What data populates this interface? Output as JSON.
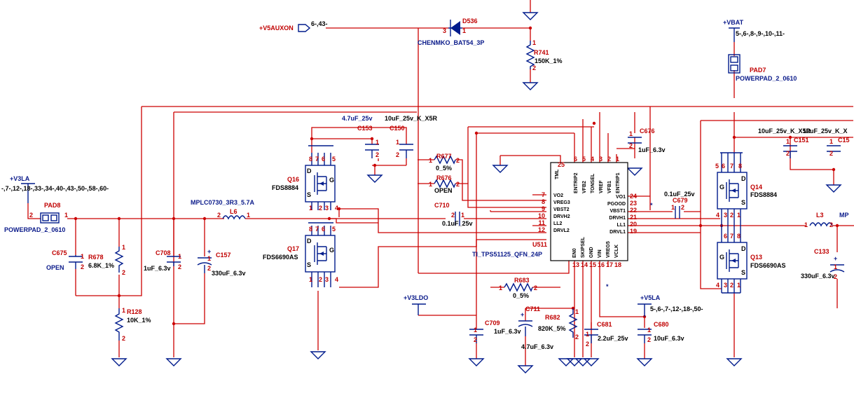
{
  "rails": {
    "v5auxon": "+V5AUXON",
    "v5auxon_ref": "6-,43-",
    "vbat": "+VBAT",
    "vbat_ref": "5-,6-,8-,9-,10-,11-",
    "v3la": "+V3LA",
    "v3la_ref": "-,7-,12-,18-,33-,34-,40-,43-,50-,58-,60-",
    "v3ldo": "+V3LDO",
    "v5la": "+V5LA",
    "v5la_ref": "5-,6-,7-,12-,18-,50-"
  },
  "parts": {
    "d536": {
      "ref": "D536",
      "value": "CHENMKO_BAT54_3P",
      "pin_a": "3",
      "pin_b": "1"
    },
    "r741": {
      "ref": "R741",
      "value": "150K_1%"
    },
    "pad7": {
      "ref": "PAD7",
      "value": "POWERPAD_2_0610"
    },
    "pad8": {
      "ref": "PAD8",
      "value": "POWERPAD_2_0610"
    },
    "c675": {
      "ref": "C675",
      "value": "OPEN"
    },
    "r678": {
      "ref": "R678",
      "value": "6.8K_1%"
    },
    "r128": {
      "ref": "R128",
      "value": "10K_1%"
    },
    "c708": {
      "ref": "C708",
      "value": "1uF_6.3v"
    },
    "c157": {
      "ref": "C157",
      "value": "330uF_6.3v"
    },
    "l6": {
      "ref": "L6",
      "value": "MPLC0730_3R3_5.7A"
    },
    "q16": {
      "ref": "Q16",
      "value": "FDS8884"
    },
    "q17": {
      "ref": "Q17",
      "value": "FDS6690AS"
    },
    "c153": {
      "ref": "C153",
      "value": "4.7uF_25v"
    },
    "c150": {
      "ref": "C150",
      "value": "10uF_25v_K_X5R"
    },
    "r677": {
      "ref": "R677",
      "value": "0_5%"
    },
    "r676": {
      "ref": "R676",
      "value": "OPEN"
    },
    "c710": {
      "ref": "C710",
      "value": "0.1uF_25v"
    },
    "u511": {
      "ref": "U511",
      "value": "TI_TPS51125_QFN_24P"
    },
    "c676": {
      "ref": "C676",
      "value": "1uF_6.3v"
    },
    "c679": {
      "ref": "C679",
      "value": "0.1uF_25v"
    },
    "r683": {
      "ref": "R683",
      "value": "0_5%"
    },
    "c711": {
      "ref": "C711",
      "value": "4.7uF_6.3v"
    },
    "c709": {
      "ref": "C709",
      "value": "1uF_6.3v"
    },
    "r682": {
      "ref": "R682",
      "value": "820K_5%"
    },
    "c681": {
      "ref": "C681",
      "value": "2.2uF_25v"
    },
    "c680": {
      "ref": "C680",
      "value": "10uF_6.3v"
    },
    "q14": {
      "ref": "Q14",
      "value": "FDS8884"
    },
    "q13": {
      "ref": "Q13",
      "value": "FDS6690AS"
    },
    "c151": {
      "ref": "C151",
      "value": "10uF_25v_K_X5R"
    },
    "c15x": {
      "ref": "C15",
      "value": "10uF_25v_K_X"
    },
    "l3": {
      "ref": "L3",
      "value": "MP"
    },
    "c133": {
      "ref": "C133",
      "value": "330uF_6.3v"
    }
  },
  "ic_pins_left": [
    {
      "num": "7",
      "name": "VO2"
    },
    {
      "num": "8",
      "name": "VREG3"
    },
    {
      "num": "9",
      "name": "VBST2"
    },
    {
      "num": "10",
      "name": "DRVH2"
    },
    {
      "num": "11",
      "name": "LL2"
    },
    {
      "num": "12",
      "name": "DRVL2"
    }
  ],
  "ic_pins_right": [
    {
      "num": "24",
      "name": "VO1"
    },
    {
      "num": "23",
      "name": "PGOOD"
    },
    {
      "num": "22",
      "name": "VBST1"
    },
    {
      "num": "21",
      "name": "DRVH1"
    },
    {
      "num": "20",
      "name": "LL1"
    },
    {
      "num": "19",
      "name": "DRVL1"
    }
  ],
  "ic_pins_top": [
    {
      "num": "6",
      "name": "ENTRIP2"
    },
    {
      "num": "5",
      "name": "VFB2"
    },
    {
      "num": "4",
      "name": "TONSEL"
    },
    {
      "num": "3",
      "name": "VREF"
    },
    {
      "num": "2",
      "name": "VFB1"
    },
    {
      "num": "1",
      "name": "ENTRIP1"
    }
  ],
  "ic_pins_bottom": [
    {
      "num": "13",
      "name": "EN0"
    },
    {
      "num": "14",
      "name": "SKIPSEL"
    },
    {
      "num": "15",
      "name": "GND"
    },
    {
      "num": "16",
      "name": "VIN"
    },
    {
      "num": "17",
      "name": "VREG5"
    },
    {
      "num": "18",
      "name": "VCLK"
    }
  ],
  "ic_misc": {
    "pin25_num": "25",
    "pin25_name": "TML"
  },
  "mosfet_pins": {
    "d": "D",
    "g": "G",
    "s": "S",
    "p8": "8",
    "p7": "7",
    "p6": "6",
    "p5": "5",
    "p1": "1",
    "p2": "2",
    "p3": "3",
    "p4": "4"
  },
  "pins": {
    "one": "1",
    "two": "2",
    "star": "*"
  }
}
